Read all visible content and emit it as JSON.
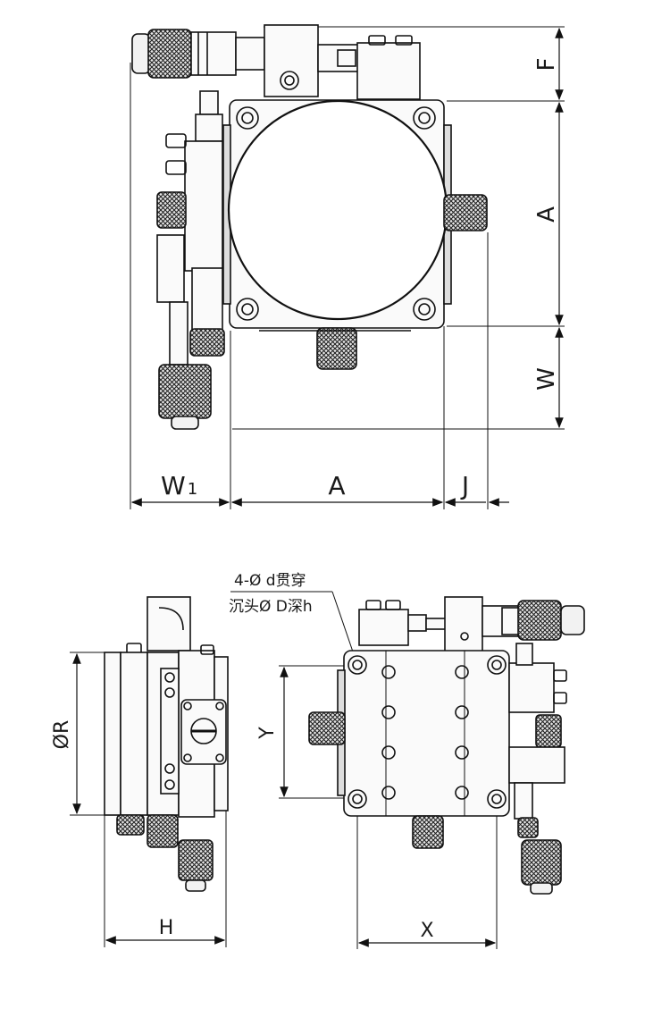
{
  "top_view": {
    "dim_F": "F",
    "dim_A_vertical": "A",
    "dim_W": "W",
    "dim_W1_main": "W",
    "dim_W1_sub": "1",
    "dim_A_horizontal": "A",
    "dim_J": "J"
  },
  "side_view": {
    "dim_R": "ØR",
    "dim_H": "H"
  },
  "bottom_view": {
    "note_line1": "4-Ø d贯穿",
    "note_line2": "沉头Ø D深h",
    "dim_Y": "Y",
    "dim_X": "X"
  }
}
